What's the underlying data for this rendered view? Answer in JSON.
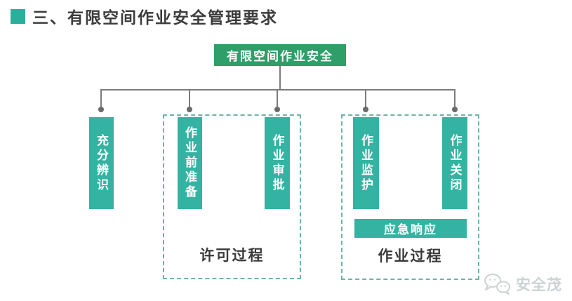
{
  "header": {
    "title": "三、有限空间作业安全管理要求",
    "bullet_color": "#2BAE9C"
  },
  "diagram": {
    "root": {
      "label": "有限空间作业安全",
      "color": "#2F9E68"
    },
    "bar_color": "#35B3A2",
    "bars": [
      {
        "label": "充分辨识"
      },
      {
        "label": "作业前准备"
      },
      {
        "label": "作业审批"
      },
      {
        "label": "作业监护"
      },
      {
        "label": "作业关闭"
      }
    ],
    "groups": [
      {
        "label": "许可过程"
      },
      {
        "label": "作业过程"
      }
    ],
    "emergency_bar": {
      "label": "应急响应"
    },
    "connector_color": "#7C7C7C",
    "dashed_border_color": "#71B1A8"
  },
  "watermark": {
    "icon": "wechat-chat-bubbles-icon",
    "text": "安全茂",
    "color": "#CDD2D4"
  }
}
